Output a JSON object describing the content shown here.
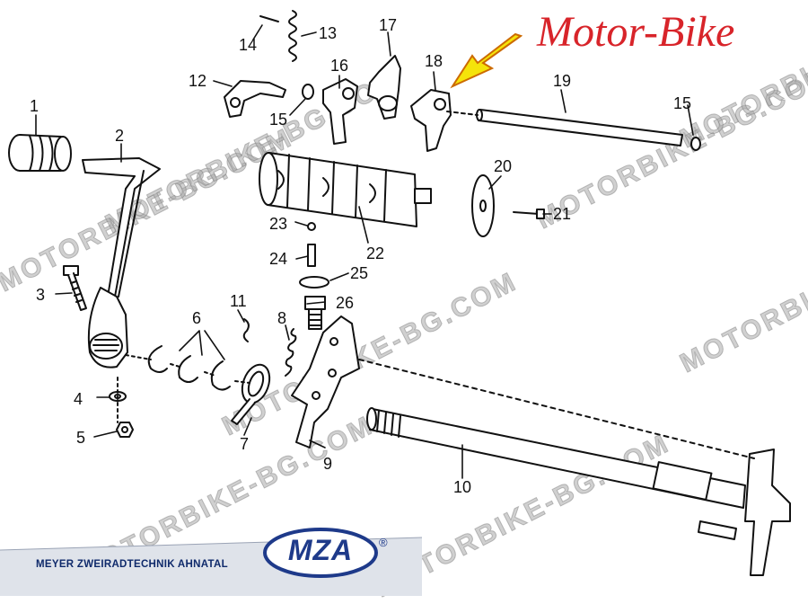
{
  "branding": {
    "title": "Motor-Bike",
    "watermark": "MOTORBIKE-BG.COM",
    "logo": "MZA",
    "registered_mark": "®",
    "caption": "MEYER ZWEIRADTECHNIK AHNATAL",
    "title_color": "#d8242a",
    "arrow_color": "#f5e30a",
    "logo_color": "#1e3a8a"
  },
  "part_labels": {
    "p1": "1",
    "p2": "2",
    "p3": "3",
    "p4": "4",
    "p5": "5",
    "p6": "6",
    "p7": "7",
    "p8": "8",
    "p9": "9",
    "p10": "10",
    "p11": "11",
    "p12": "12",
    "p13": "13",
    "p14": "14",
    "p15a": "15",
    "p15b": "15",
    "p16": "16",
    "p17": "17",
    "p18": "18",
    "p19": "19",
    "p20": "20",
    "p21": "21",
    "p22": "22",
    "p23": "23",
    "p24": "24",
    "p25": "25",
    "p26": "26"
  },
  "highlighted_part": "18"
}
